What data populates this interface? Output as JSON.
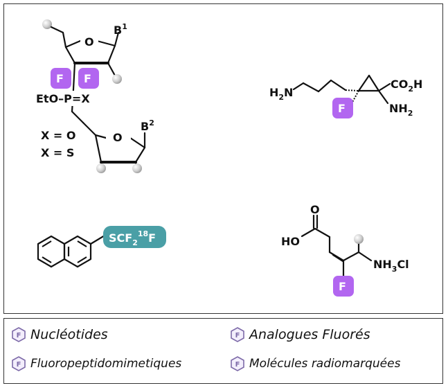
{
  "structures": {
    "nucleotide": {
      "base1": "B",
      "base1_sup": "1",
      "base2": "B",
      "base2_sup": "2",
      "ring_o": "O",
      "fluorine": "F",
      "phosphorus_group": "EtO–P=X",
      "x_o": "X = O",
      "x_s": "X = S"
    },
    "cyclopropane": {
      "amine_left": "H",
      "amine_left_sub": "2",
      "amine_left_n": "N",
      "acid": "CO",
      "acid_sub": "2",
      "acid_h": "H",
      "amine_right": "NH",
      "amine_right_sub": "2",
      "fluorine": "F"
    },
    "naphthalene": {
      "tag_prefix": "SCF",
      "tag_sub": "2",
      "tag_sup": "18",
      "tag_suffix": "F"
    },
    "amino_acid": {
      "carbonyl_o": "O",
      "hydroxyl": "HO",
      "amine_salt": "NH",
      "amine_salt_sub": "3",
      "amine_salt_cl": "Cl",
      "fluorine": "F"
    }
  },
  "colors": {
    "fluorine_badge": "#b266f0",
    "sulfur_tag": "#4a9fa6",
    "placeholder_sphere": "#cccccc",
    "legend_icon": "#7d6aa8"
  },
  "legend": {
    "icon": "fluorine-hexagon-icon",
    "icon_letter": "F",
    "items": [
      {
        "label": "Nucléotides"
      },
      {
        "label": "Analogues  Fluorés"
      },
      {
        "label": "Fluoropeptidomimetiques"
      },
      {
        "label": "Molécules  radiomarquées"
      }
    ]
  }
}
